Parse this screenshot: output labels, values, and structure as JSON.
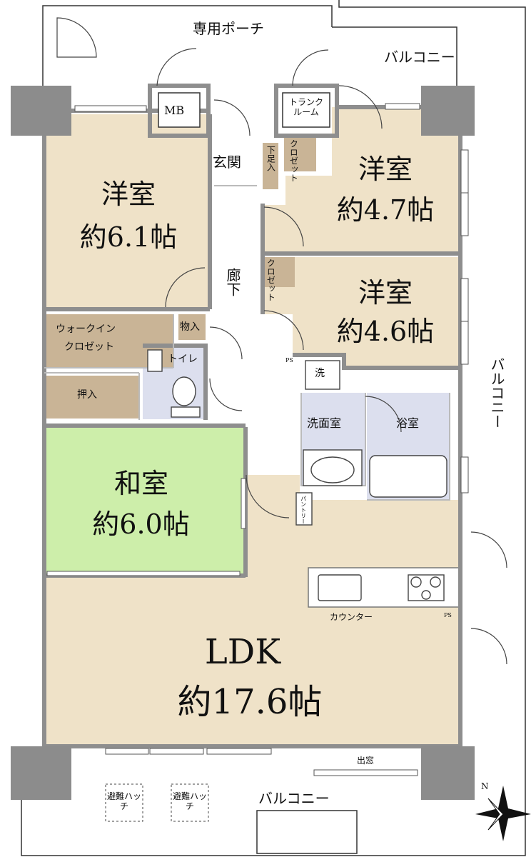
{
  "outdoor": {
    "private_porch": "専用ポーチ",
    "balcony_top": "バルコニー",
    "balcony_right": "バルコニー",
    "balcony_bottom": "バルコニー",
    "escape_hatch_1": "避難ハッチ",
    "escape_hatch_2": "避難ハッチ",
    "bay_window": "出窓",
    "north": "N"
  },
  "rooms": {
    "western_1": {
      "name": "洋室",
      "size": "約6.1帖"
    },
    "western_2": {
      "name": "洋室",
      "size": "約4.7帖"
    },
    "western_3": {
      "name": "洋室",
      "size": "約4.6帖"
    },
    "japanese": {
      "name": "和室",
      "size": "約6.0帖"
    },
    "ldk": {
      "name": "LDK",
      "size": "約17.6帖"
    }
  },
  "labels": {
    "mb": "MB",
    "trunk_room": "トランクルーム",
    "entrance": "玄関",
    "shoe_storage": "下足入",
    "closet_1": "クロゼット",
    "closet_2": "クロゼット",
    "hallway": "廊下",
    "walk_in_closet_1": "ウォークイン",
    "walk_in_closet_2": "クロゼット",
    "storage": "物入",
    "toilet": "トイレ",
    "oshiire": "押入",
    "washer": "洗",
    "washroom": "洗面室",
    "bathroom": "浴室",
    "pantry": "パントリー",
    "counter": "カウンター",
    "ps_1": "PS",
    "ps_2": "PS"
  },
  "colors": {
    "western": "#efe2c8",
    "japanese": "#cdeeaa",
    "wet": "#dcdfee",
    "storage": "#c9b496",
    "wall": "#9a9a9a",
    "pillar": "#8c8c8c"
  }
}
